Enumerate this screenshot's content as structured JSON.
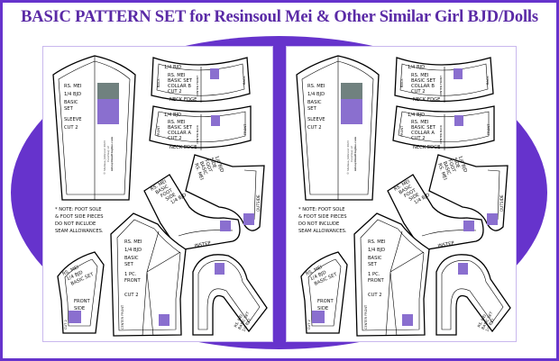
{
  "title": "BASIC PATTERN SET for Resinsoul Mei & Other Similar Girl BJD/Dolls",
  "colors": {
    "accent": "#6633cc",
    "title": "#5a2aa6"
  },
  "pattern": {
    "sleeve": [
      "RS. MEI",
      "1/4 BJD",
      "BASIC",
      "SET",
      "SLEEVE",
      "CUT 2"
    ],
    "collar_b": {
      "top": "1/4 BJD",
      "lines": [
        "RS. MEI",
        "BASIC SET",
        "COLLAR B",
        "CUT 2"
      ],
      "left": "BACK",
      "center": "CENTER FRONT",
      "right": "BACK",
      "bottom": "NECK EDGE"
    },
    "collar_a": {
      "top": "1/4 BJD",
      "lines": [
        "RS. MEI",
        "BASIC SET",
        "COLLAR A",
        "CUT 2"
      ],
      "left": "FRONT",
      "center": "CENTER BACK",
      "right": "FRONT",
      "bottom": "NECK EDGE"
    },
    "foot_outside": {
      "lines": [
        "RS. MEI",
        "BASIC",
        "FOOT",
        "SIDE",
        "1/4 BJD"
      ],
      "edge": "OUTSIDE"
    },
    "foot_instep": {
      "lines": [
        "RS. MEI",
        "BASIC",
        "FOOT",
        "SIDE",
        "1/4 BJD"
      ],
      "edge": "INSTEP"
    },
    "note": [
      "* NOTE: FOOT SOLE",
      "& FOOT SIDE PIECES",
      "DO NOT INCLUDE",
      "SEAM ALLOWANCES."
    ],
    "front": {
      "lines": [
        "RS. MEI",
        "1/4 BJD",
        "BASIC",
        "SET",
        "1 PC.",
        "FRONT",
        "CUT 2"
      ],
      "edge": "CENTER FRONT"
    },
    "front_side": {
      "lines": [
        "RS. MEI",
        "1/4 BJD",
        "BASIC SET",
        "FRONT",
        "SIDE"
      ],
      "cut": "CUT 2"
    },
    "sole": {
      "lines": [
        "RS. MEI",
        "BASIC SET",
        "1/4 BJD"
      ]
    },
    "copyright": [
      "© Melissa Jolliceur 2023",
      "Courtesy of",
      "mlesydmultiogine.com"
    ]
  }
}
